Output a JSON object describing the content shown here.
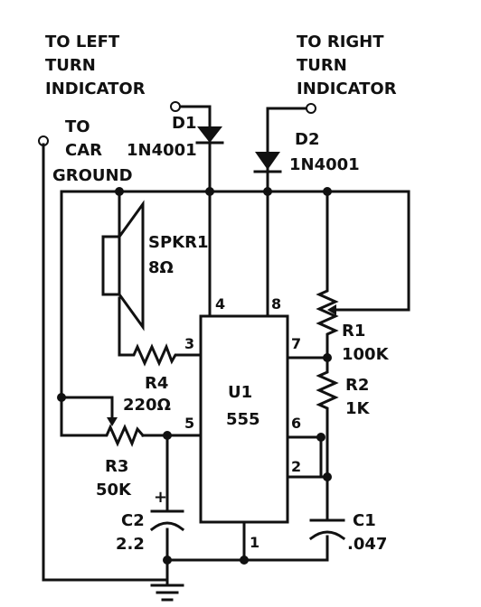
{
  "labels": {
    "left_indicator": [
      "TO LEFT",
      "TURN",
      "INDICATOR"
    ],
    "right_indicator": [
      "TO RIGHT",
      "TURN",
      "INDICATOR"
    ],
    "car_ground": [
      "TO",
      "CAR",
      "GROUND"
    ]
  },
  "components": {
    "d1": {
      "ref": "D1",
      "value": "1N4001"
    },
    "d2": {
      "ref": "D2",
      "value": "1N4001"
    },
    "spkr": {
      "ref": "SPKR1",
      "value": "8Ω"
    },
    "r1": {
      "ref": "R1",
      "value": "100K"
    },
    "r2": {
      "ref": "R2",
      "value": "1K"
    },
    "r3": {
      "ref": "R3",
      "value": "50K"
    },
    "r4": {
      "ref": "R4",
      "value": "220Ω"
    },
    "c1": {
      "ref": "C1",
      "value": ".047"
    },
    "c2": {
      "ref": "C2",
      "value": "2.2",
      "polarity": "+"
    },
    "u1": {
      "ref": "U1",
      "value": "555"
    }
  },
  "pins": {
    "p4": "4",
    "p8": "8",
    "p3": "3",
    "p7": "7",
    "p5": "5",
    "p6": "6",
    "p2": "2",
    "p1": "1"
  }
}
